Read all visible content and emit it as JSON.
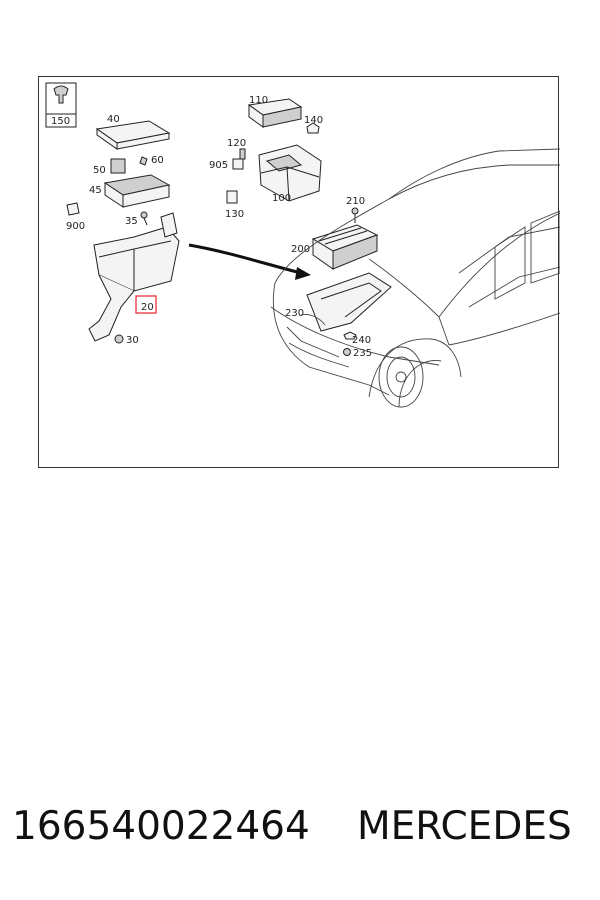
{
  "callouts": {
    "c150": "150",
    "c40": "40",
    "c50": "50",
    "c60": "60",
    "c45": "45",
    "c900": "900",
    "c35": "35",
    "c20": "20",
    "c30": "30",
    "c110": "110",
    "c140": "140",
    "c120": "120",
    "c905": "905",
    "c130": "130",
    "c100": "100",
    "c210": "210",
    "c200": "200",
    "c230": "230",
    "c240": "240",
    "c235": "235"
  },
  "highlight_color": "#e8202a",
  "footer": {
    "part_number": "166540022464",
    "brand": "MERCEDES"
  }
}
